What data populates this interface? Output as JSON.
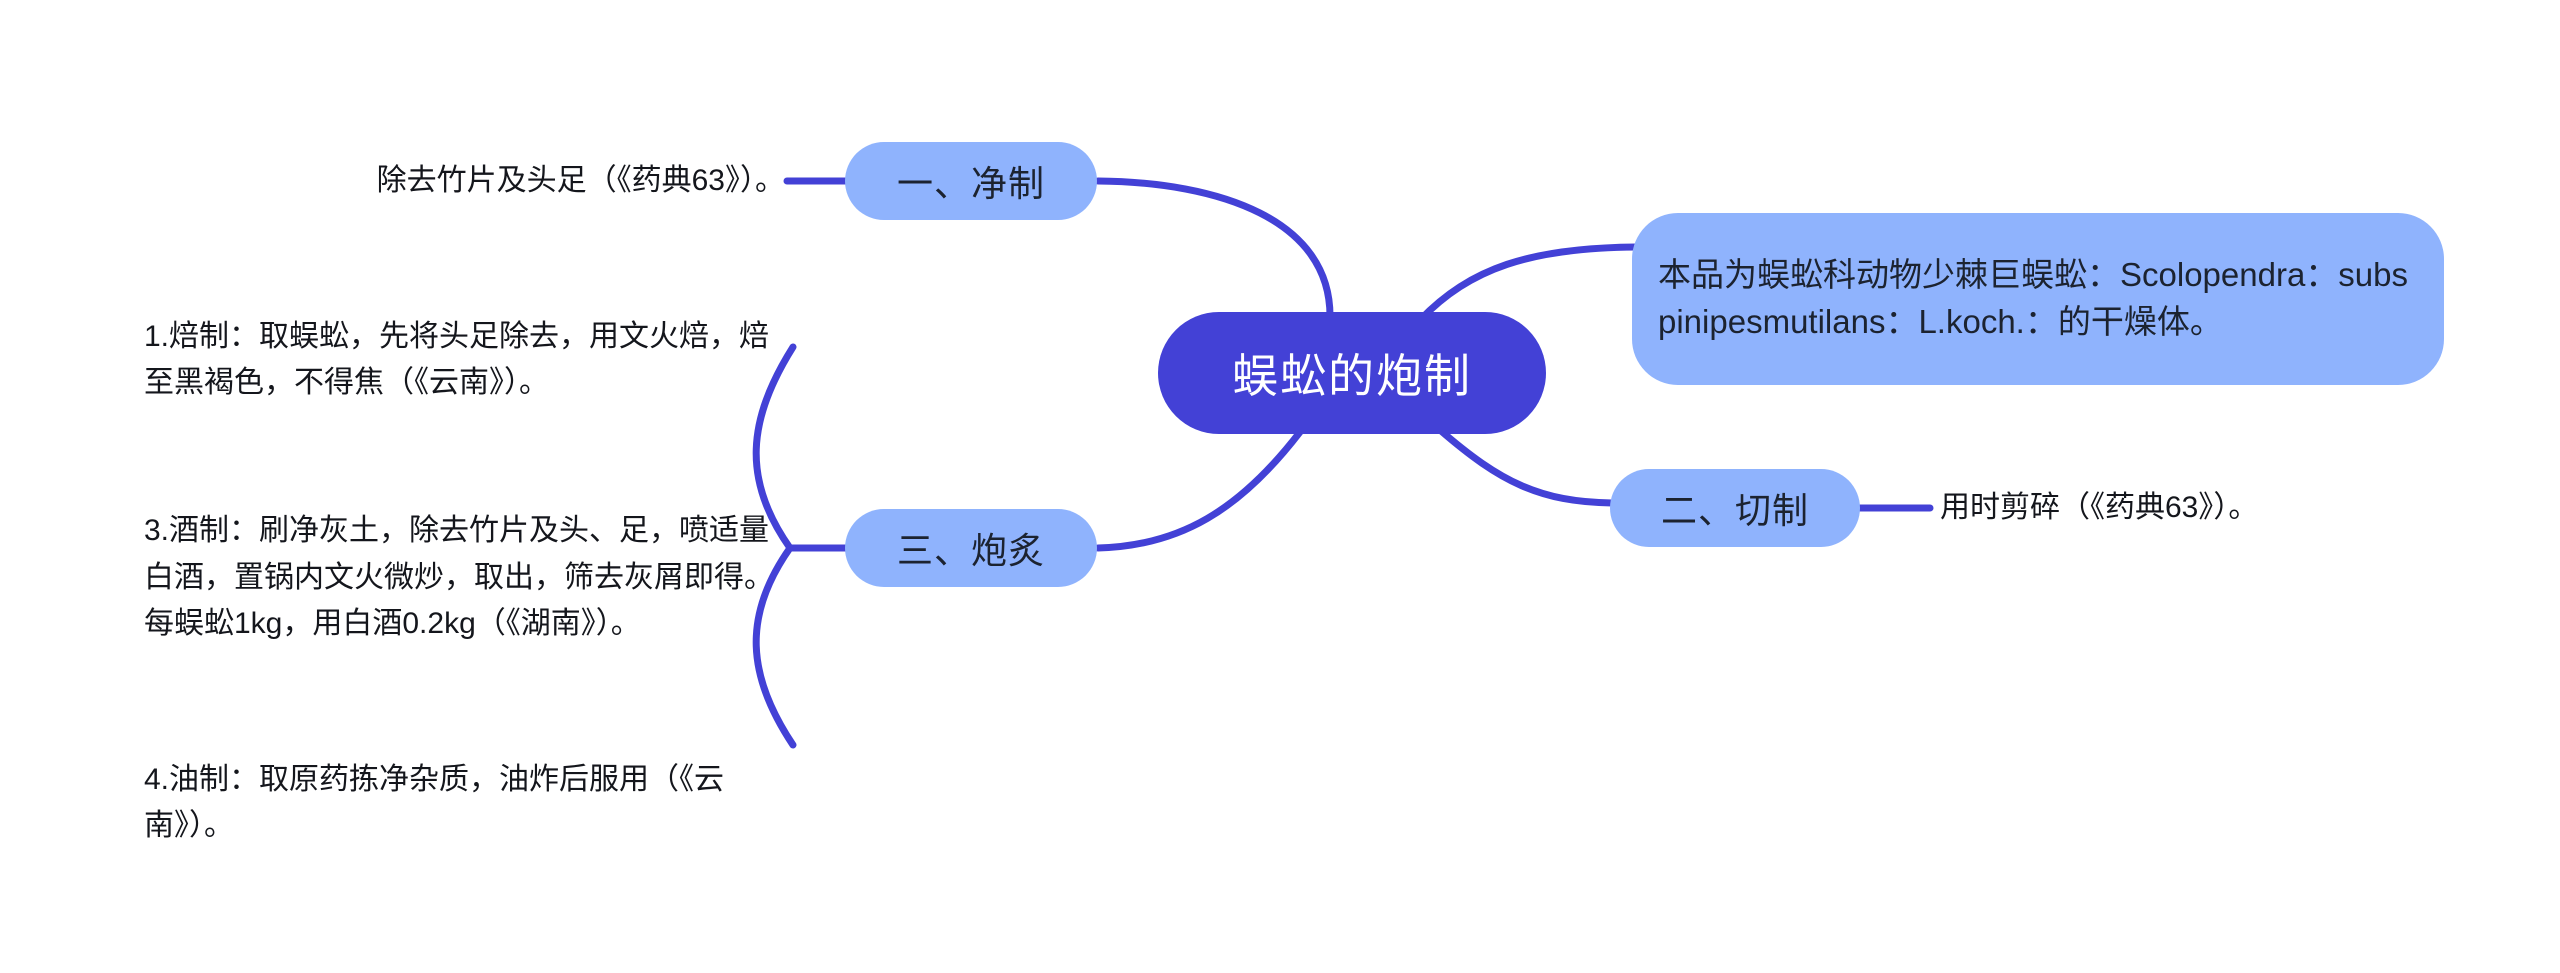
{
  "diagram": {
    "type": "mind-map",
    "title": "蜈蚣的炮制",
    "colors": {
      "root_fill": "#4341D6",
      "branch_fill": "#8FB3FD",
      "link_stroke": "#4341D6",
      "text_dark": "#14161c",
      "text_light": "#ffffff",
      "background": "#ffffff"
    }
  },
  "root": {
    "label": "蜈蚣的炮制"
  },
  "nodes": {
    "definition": {
      "label": "本品为蜈蚣科动物少棘巨蜈蚣：Scolopendra：subspinipesmutilans：L.koch.：的干燥体。"
    },
    "branch_1": {
      "label": "一、净制"
    },
    "branch_1_detail": {
      "label": "除去竹片及头足（《药典63》）。"
    },
    "branch_2": {
      "label": "二、切制"
    },
    "branch_2_detail": {
      "label": "用时剪碎（《药典63》）。"
    },
    "branch_3": {
      "label": "三、炮炙"
    },
    "branch_3_details": [
      {
        "label": "1.焙制：取蜈蚣，先将头足除去，用文火焙，焙至黑褐色，不得焦（《云南》）。"
      },
      {
        "label": "3.酒制：刷净灰土，除去竹片及头、足，喷适量白酒，置锅内文火微炒，取出，筛去灰屑即得。每蜈蚣1kg，用白酒0.2kg（《湖南》）。"
      },
      {
        "label": "4.油制：取原药拣净杂质，油炸后服用（《云南》）。"
      }
    ]
  }
}
